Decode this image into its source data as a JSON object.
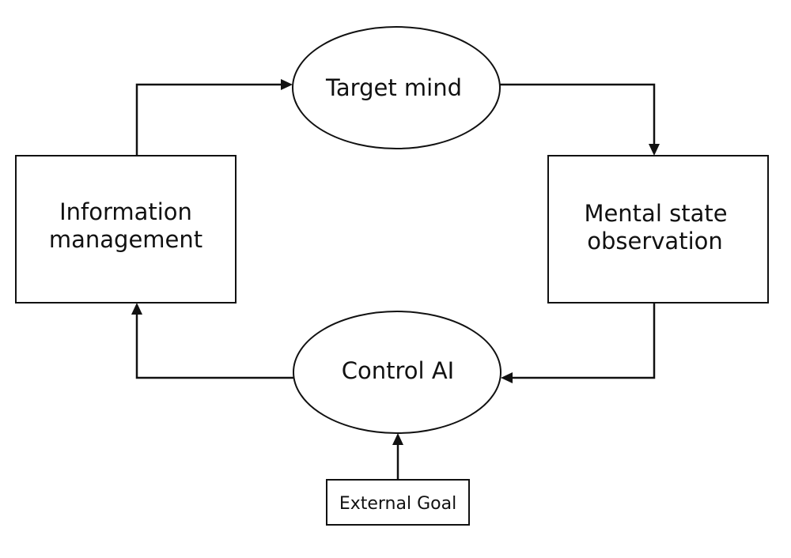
{
  "diagram": {
    "nodes": {
      "target_mind": {
        "shape": "ellipse",
        "label": "Target mind"
      },
      "mental_state_observation": {
        "shape": "rectangle",
        "line1": "Mental state",
        "line2": "observation"
      },
      "control_ai": {
        "shape": "ellipse",
        "label": "Control AI"
      },
      "information_management": {
        "shape": "rectangle",
        "line1": "Information",
        "line2": "management"
      },
      "external_goal": {
        "shape": "rectangle",
        "label": "External Goal"
      }
    },
    "edges": [
      {
        "from": "Information management",
        "to": "Target mind"
      },
      {
        "from": "Target mind",
        "to": "Mental state observation"
      },
      {
        "from": "Mental state observation",
        "to": "Control AI"
      },
      {
        "from": "Control AI",
        "to": "Information management"
      },
      {
        "from": "External Goal",
        "to": "Control AI"
      }
    ],
    "colors": {
      "stroke": "#111111",
      "fill": "#ffffff",
      "background": "#ffffff"
    }
  }
}
